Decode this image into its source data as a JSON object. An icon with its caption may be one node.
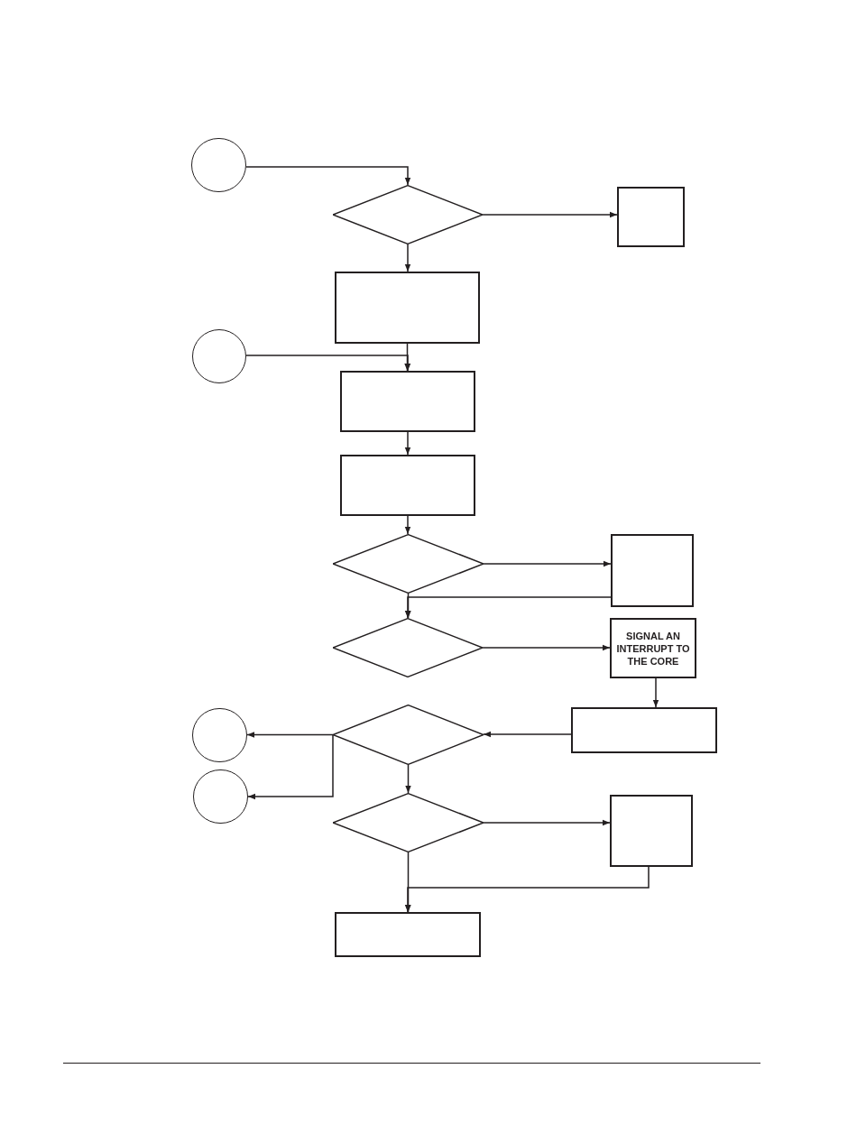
{
  "diagram": {
    "nodes": [
      {
        "text": [],
        "shape": "circle"
      },
      {
        "text": [],
        "shape": "diamond"
      },
      {
        "text": [],
        "shape": "box"
      },
      {
        "text": [],
        "shape": "box"
      },
      {
        "text": [],
        "shape": "circle"
      },
      {
        "text": [],
        "shape": "box"
      },
      {
        "text": [],
        "shape": "box"
      },
      {
        "text": [],
        "shape": "diamond"
      },
      {
        "text": [],
        "shape": "box"
      },
      {
        "text": [],
        "shape": "diamond"
      },
      {
        "text": [
          "SIGNAL AN INTERRUPT TO THE CORE"
        ]
      },
      {
        "text": [],
        "shape": "diamond"
      },
      {
        "text": [],
        "shape": "circle"
      },
      {
        "text": [],
        "shape": "box"
      },
      {
        "text": [],
        "shape": "circle"
      },
      {
        "text": [],
        "shape": "diamond"
      },
      {
        "text": [],
        "shape": "box"
      },
      {
        "text": [],
        "shape": "box"
      }
    ],
    "edges": [
      {
        "from": 0,
        "to": 1,
        "arrow": "to"
      },
      {
        "from": 1,
        "to": 2,
        "arrow": "to"
      },
      {
        "from": 1,
        "to": 3,
        "arrow": "to"
      },
      {
        "from": 3,
        "to": 5,
        "arrow": "to"
      },
      {
        "from": 4,
        "to": 5,
        "arrow": "to"
      },
      {
        "from": 5,
        "to": 6,
        "arrow": "to"
      },
      {
        "from": 6,
        "to": 7,
        "arrow": "to"
      },
      {
        "from": 7,
        "to": 8,
        "arrow": "to"
      },
      {
        "from": 8,
        "to": 9,
        "arrow": "to"
      },
      {
        "from": 7,
        "to": 9,
        "arrow": "to"
      },
      {
        "from": 9,
        "to": 10,
        "arrow": "to"
      },
      {
        "from": 10,
        "to": 13,
        "arrow": "to"
      },
      {
        "from": 13,
        "to": 11,
        "arrow": "to"
      },
      {
        "from": 11,
        "to": 12,
        "arrow": "to"
      },
      {
        "from": 11,
        "to": 14,
        "arrow": "to"
      },
      {
        "from": 11,
        "to": 15,
        "arrow": "to"
      },
      {
        "from": 15,
        "to": 16,
        "arrow": "to"
      },
      {
        "from": 16,
        "to": 17,
        "arrow": "to"
      },
      {
        "from": 15,
        "to": 17,
        "arrow": "to"
      }
    ]
  }
}
